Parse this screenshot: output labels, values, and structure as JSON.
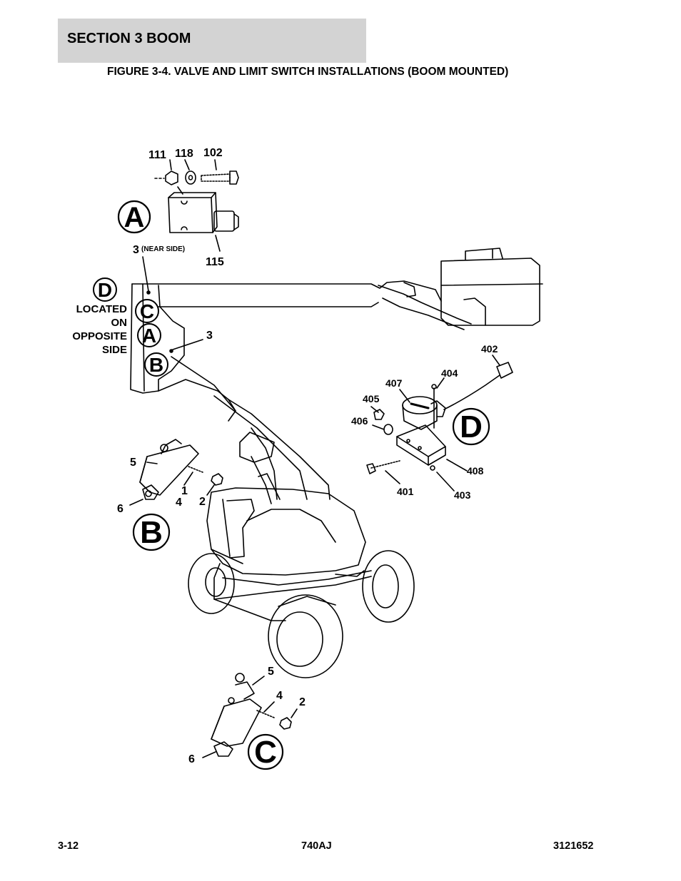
{
  "header": {
    "section": "SECTION 3   BOOM"
  },
  "figure": {
    "title": "FIGURE 3-4. VALVE AND LIMIT SWITCH INSTALLATIONS (BOOM MOUNTED)"
  },
  "callouts": {
    "view_a": "A",
    "view_b": "B",
    "view_c": "C",
    "view_d": "D",
    "marker_d": "D",
    "marker_c": "C",
    "marker_a": "A",
    "marker_b": "B",
    "located_line1": "LOCATED",
    "located_line2": "ON",
    "located_line3": "OPPOSITE",
    "located_line4": "SIDE",
    "near_side_num": "3",
    "near_side_text": "(NEAR SIDE)",
    "p3_right": "3",
    "p111": "111",
    "p118": "118",
    "p102": "102",
    "p115": "115",
    "b5": "5",
    "b1": "1",
    "b4": "4",
    "b2": "2",
    "b6": "6",
    "c5": "5",
    "c4": "4",
    "c2": "2",
    "c6": "6",
    "p402": "402",
    "p404": "404",
    "p407": "407",
    "p405": "405",
    "p406": "406",
    "p408": "408",
    "p401": "401",
    "p403": "403"
  },
  "footer": {
    "page": "3-12",
    "model": "740AJ",
    "doc_number": "3121652"
  }
}
